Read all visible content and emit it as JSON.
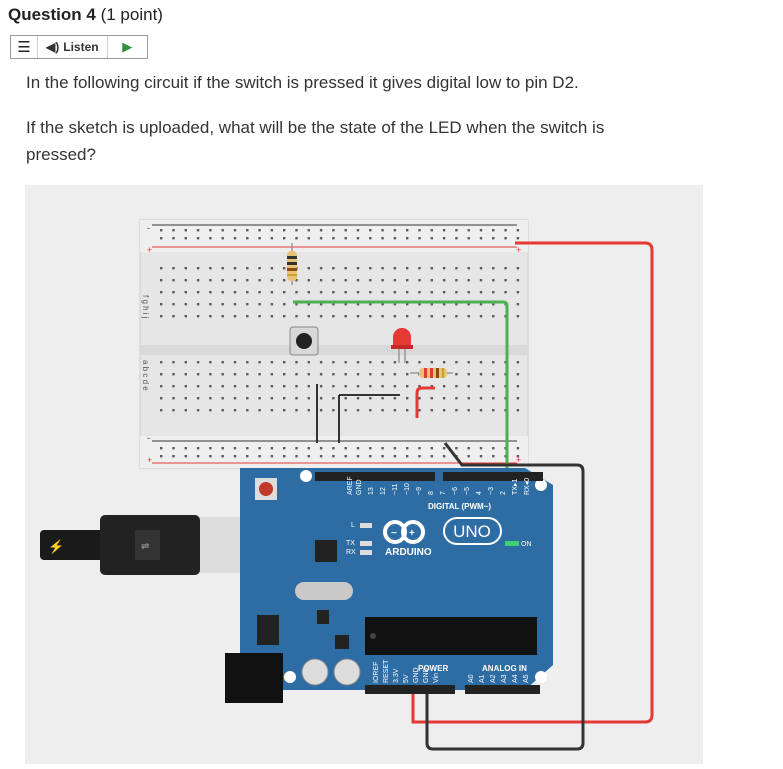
{
  "question": {
    "title": "Question 4",
    "points": "(1 point)"
  },
  "toolbar": {
    "menu_icon": "hamburger-icon",
    "speaker_icon": "speaker-icon",
    "listen_label": "Listen",
    "play_icon": "play-icon"
  },
  "prompt": {
    "line1": "In the following circuit if the switch is pressed it gives digital low to pin D2.",
    "line2a": "If the sketch is uploaded, what will be the state of the LED when the switch is",
    "line2b": "pressed?"
  },
  "board": {
    "aref": "AREF",
    "gnd": "GND",
    "pins": [
      "13",
      "12",
      "~11",
      "~10",
      "~9",
      "8",
      "7",
      "~6",
      "~5",
      "4",
      "~3",
      "2",
      "TX▸1",
      "RX◂0"
    ],
    "digital": "DIGITAL (PWM~)",
    "l_label": "L",
    "tx": "TX",
    "rx": "RX",
    "on": "ON",
    "brand": "ARDUINO",
    "model": "UNO",
    "power": "POWER",
    "analog": "ANALOG IN",
    "power_pins": [
      "IOREF",
      "RESET",
      "3.3V",
      "5V",
      "GND",
      "GND",
      "Vin"
    ],
    "analog_pins": [
      "A0",
      "A1",
      "A2",
      "A3",
      "A4",
      "A5"
    ]
  },
  "breadboard": {
    "row_letters_top": "f g h i j",
    "row_letters_bottom": "a b c d e",
    "plus": "+",
    "minus": "-"
  },
  "colors": {
    "board": "#2e6ca4",
    "wire_red": "#e53935",
    "wire_green": "#4caf50",
    "wire_black": "#333333",
    "breadboard": "#e8e8e8"
  }
}
